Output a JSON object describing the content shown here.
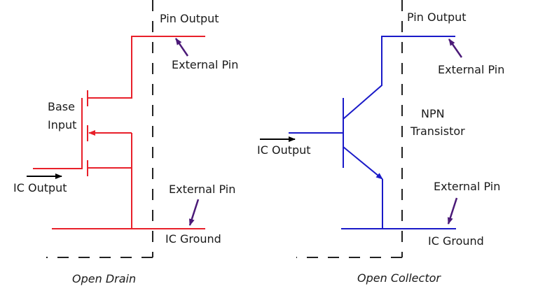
{
  "colors": {
    "open_drain": "#e8202a",
    "open_collector": "#1a1ac8",
    "pointer": "#4b1a78",
    "boundary": "#222222"
  },
  "open_drain": {
    "caption": "Open Drain",
    "pin_output": "Pin Output",
    "external_pin_top": "External Pin",
    "base_input_line1": "Base",
    "base_input_line2": "Input",
    "ic_output": "IC Output",
    "external_pin_bottom": "External Pin",
    "ic_ground": "IC Ground"
  },
  "open_collector": {
    "caption": "Open Collector",
    "pin_output": "Pin Output",
    "external_pin_top": "External Pin",
    "transistor_line1": "NPN",
    "transistor_line2": "Transistor",
    "ic_output": "IC Output",
    "external_pin_bottom": "External Pin",
    "ic_ground": "IC Ground"
  }
}
